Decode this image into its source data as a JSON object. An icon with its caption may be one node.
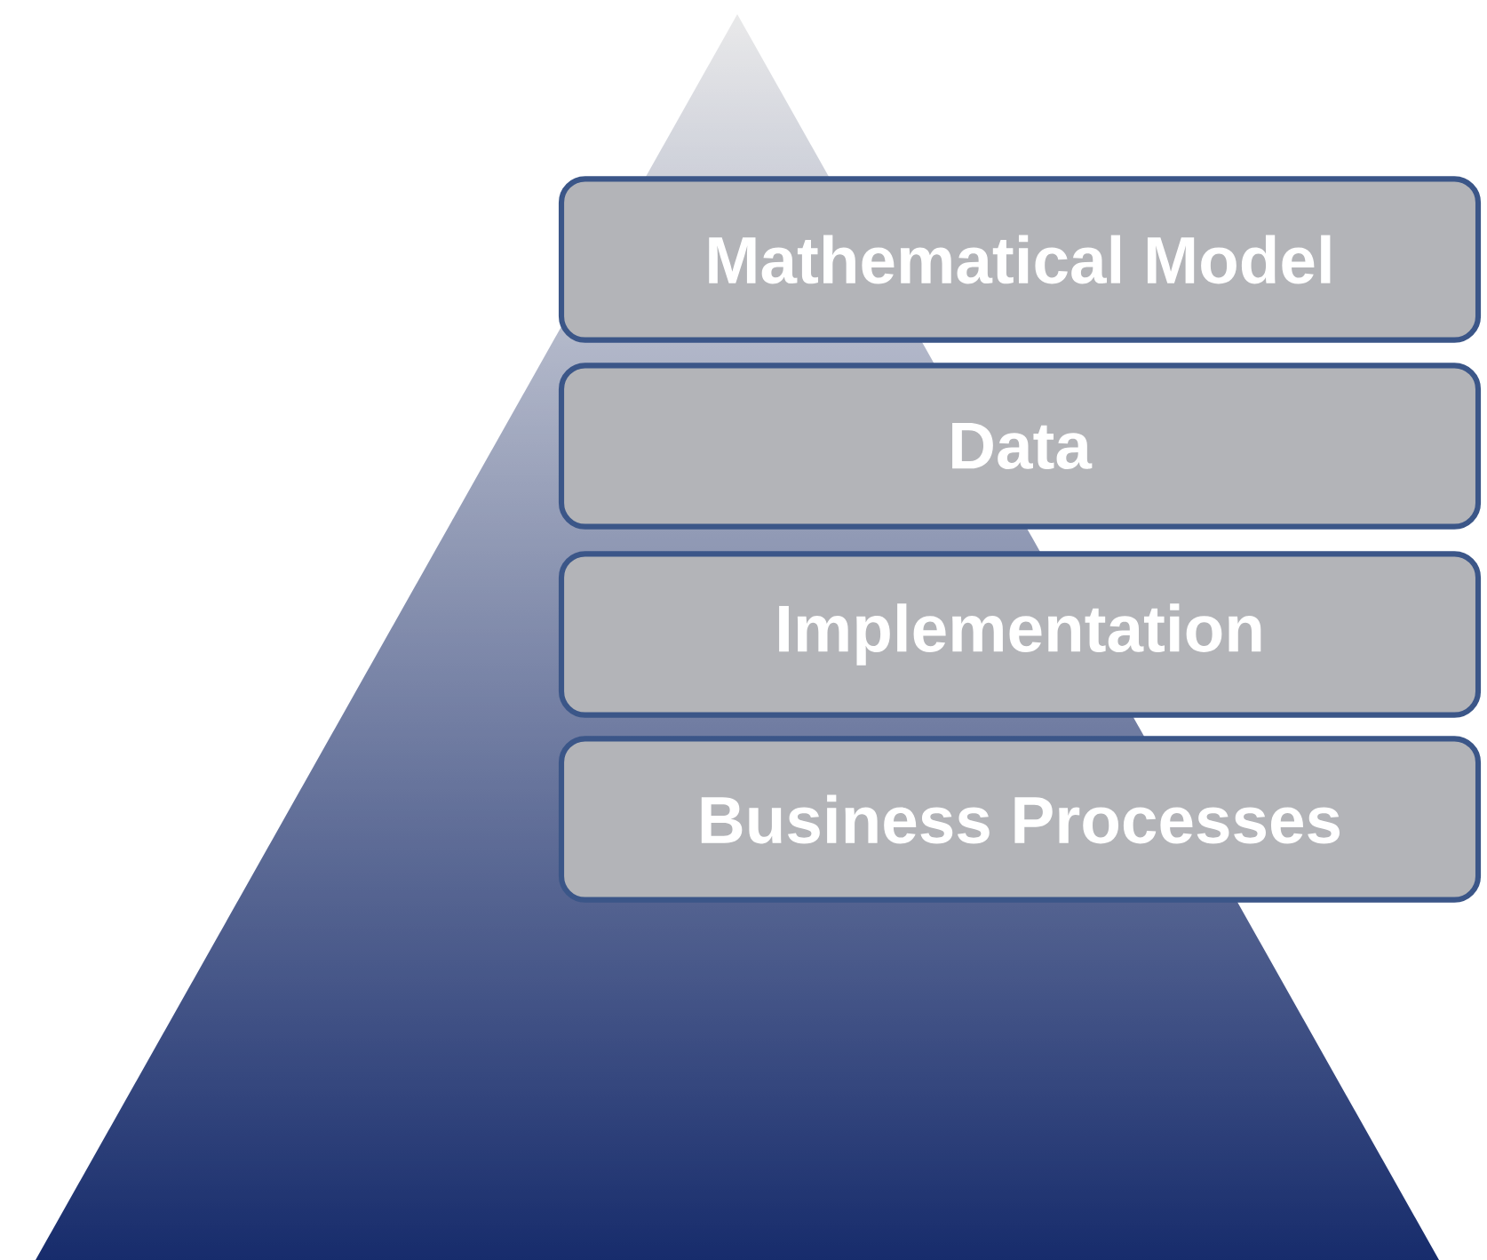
{
  "diagram": {
    "nodes": [
      {
        "text": [
          "Mathematical Model"
        ]
      },
      {
        "text": [
          "Data"
        ]
      },
      {
        "text": [
          "Implementation"
        ]
      },
      {
        "text": [
          "Business Processes"
        ]
      }
    ]
  }
}
